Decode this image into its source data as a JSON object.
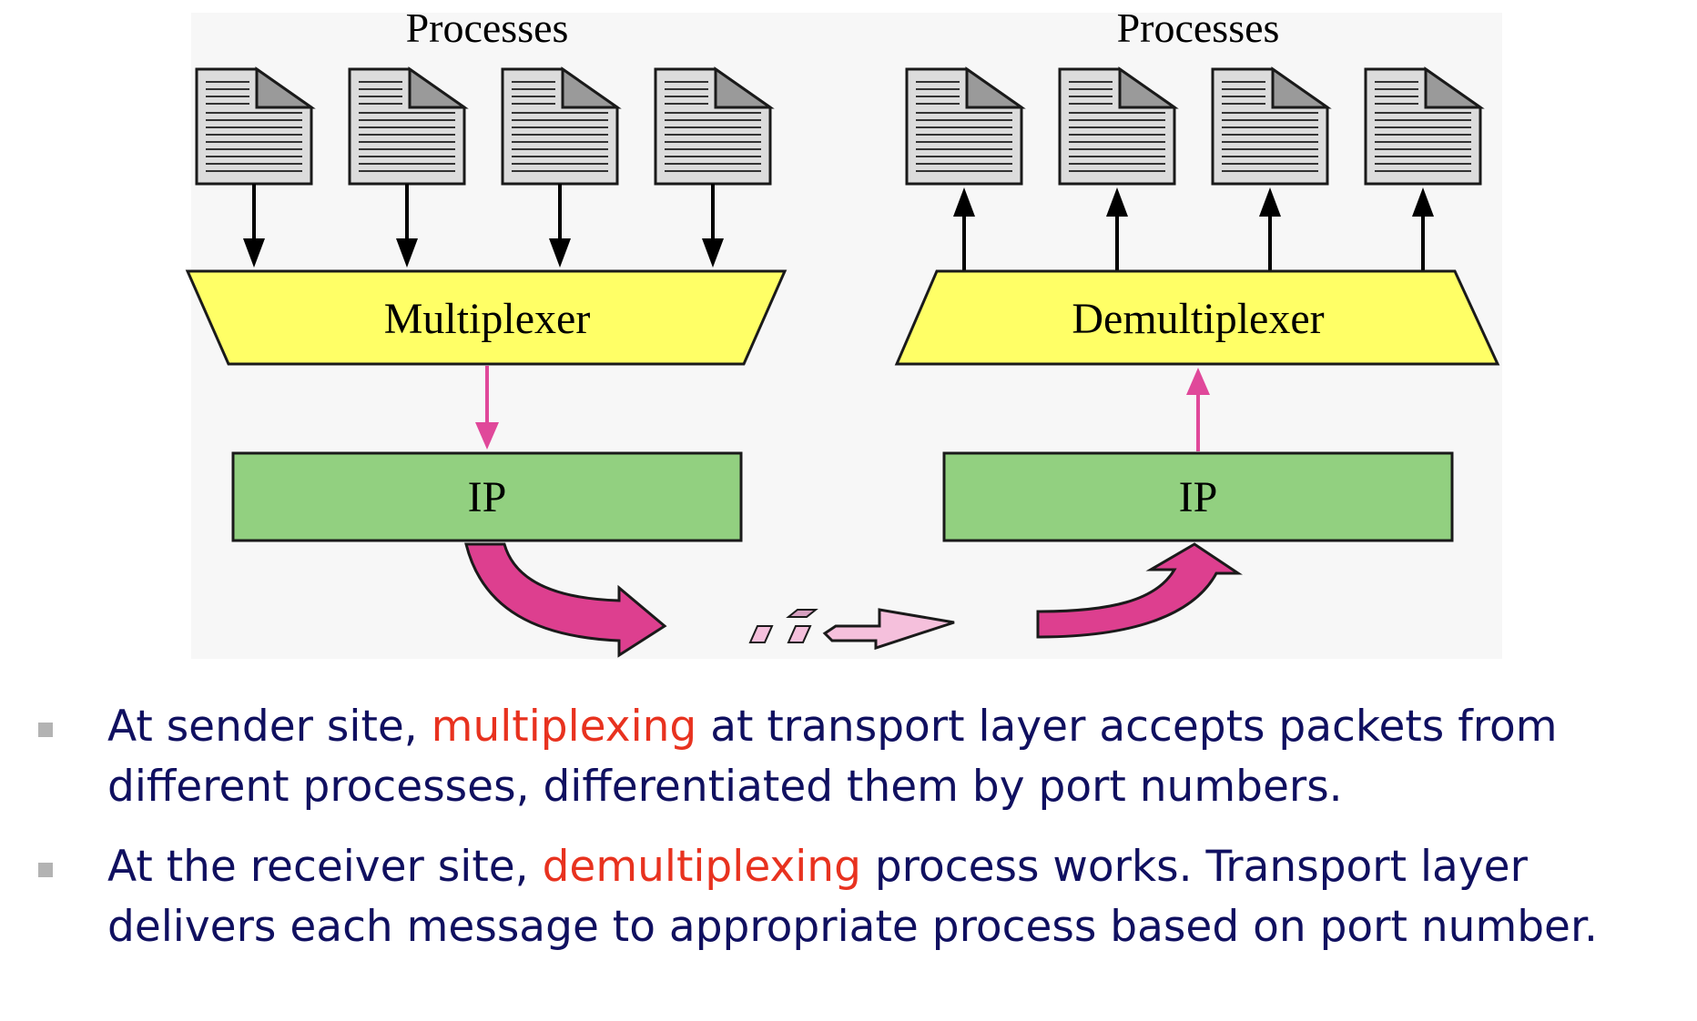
{
  "diagram": {
    "sender": {
      "processes_label": "Processes",
      "mux_label": "Multiplexer",
      "ip_label": "IP"
    },
    "receiver": {
      "processes_label": "Processes",
      "demux_label": "Demultiplexer",
      "ip_label": "IP"
    },
    "colors": {
      "mux_fill": "#ffff66",
      "ip_fill": "#92d080",
      "pink_arrow": "#e0489a",
      "packet_fill": "#f5c0dc",
      "document_fill": "#d9d9d9"
    }
  },
  "bullets": [
    {
      "before": "At sender site, ",
      "highlight": "multiplexing",
      "after": " at transport layer accepts packets from different processes, differentiated them by port numbers."
    },
    {
      "before": "At the receiver site, ",
      "highlight": "demultiplexing",
      "after": " process works. Transport layer delivers each message to appropriate process based on port number."
    }
  ]
}
